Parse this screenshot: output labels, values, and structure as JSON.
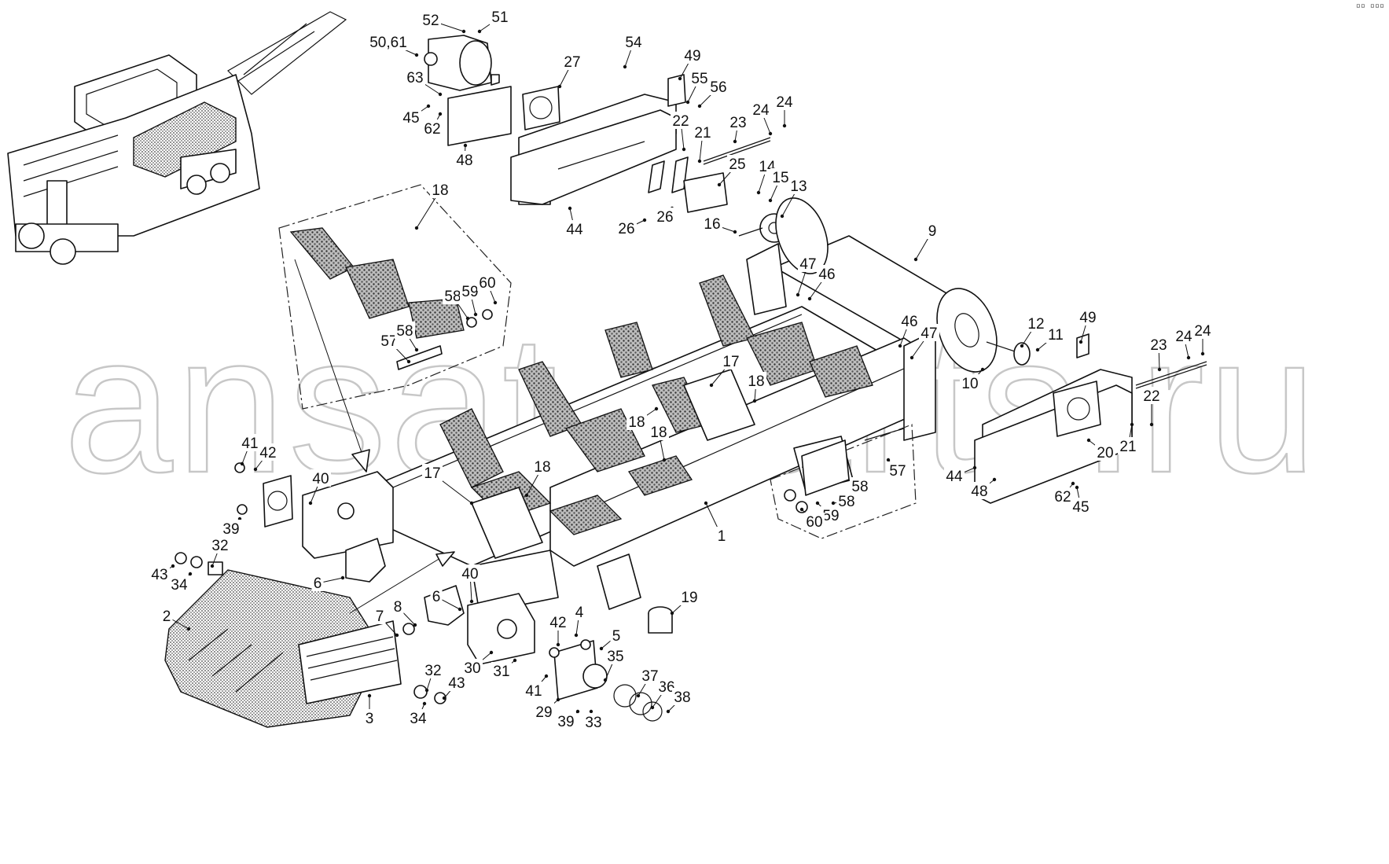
{
  "watermark": "ansat-parts.ru",
  "corner_mark": "▫▫ ▫▫▫",
  "callouts": [
    "1",
    "2",
    "3",
    "4",
    "5",
    "6",
    "6",
    "7",
    "8",
    "9",
    "10",
    "11",
    "12",
    "13",
    "14",
    "15",
    "16",
    "17",
    "17",
    "18",
    "18",
    "18",
    "18",
    "18",
    "19",
    "20",
    "21",
    "21",
    "22",
    "22",
    "23",
    "23",
    "24",
    "24",
    "24",
    "24",
    "25",
    "26",
    "26",
    "27",
    "29",
    "30",
    "31",
    "32",
    "32",
    "33",
    "34",
    "34",
    "35",
    "36",
    "37",
    "38",
    "39",
    "39",
    "40",
    "40",
    "41",
    "41",
    "42",
    "42",
    "43",
    "43",
    "44",
    "44",
    "45",
    "45",
    "46",
    "46",
    "47",
    "47",
    "48",
    "48",
    "49",
    "49",
    "50,61",
    "51",
    "52",
    "54",
    "55",
    "56",
    "57",
    "57",
    "58",
    "58",
    "58",
    "58",
    "59",
    "59",
    "60",
    "60",
    "62",
    "62",
    "63"
  ]
}
